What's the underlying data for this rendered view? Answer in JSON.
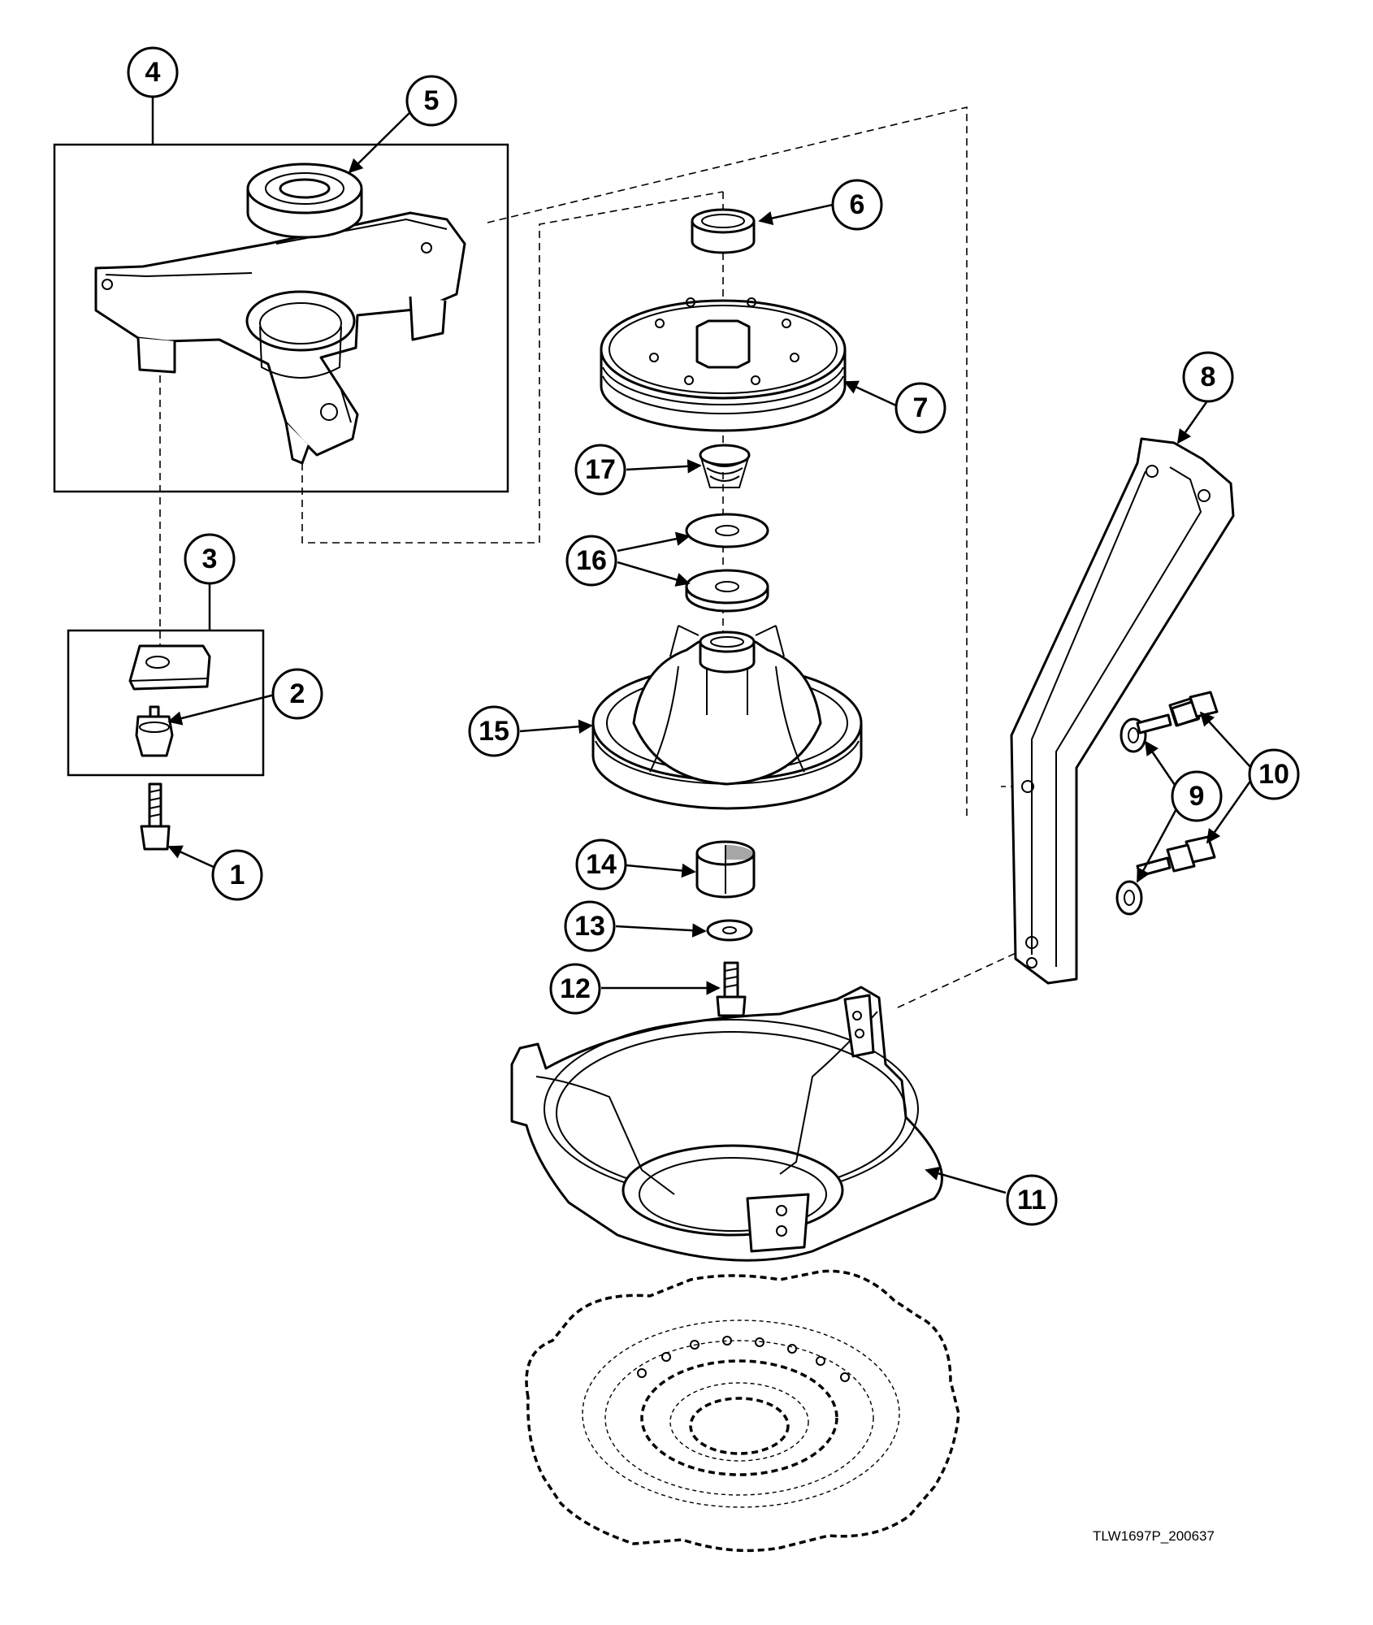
{
  "diagram_code": "TLW1697P_200637",
  "callouts": [
    "1",
    "2",
    "3",
    "4",
    "5",
    "6",
    "7",
    "8",
    "9",
    "10",
    "11",
    "12",
    "13",
    "14",
    "15",
    "16",
    "17"
  ]
}
